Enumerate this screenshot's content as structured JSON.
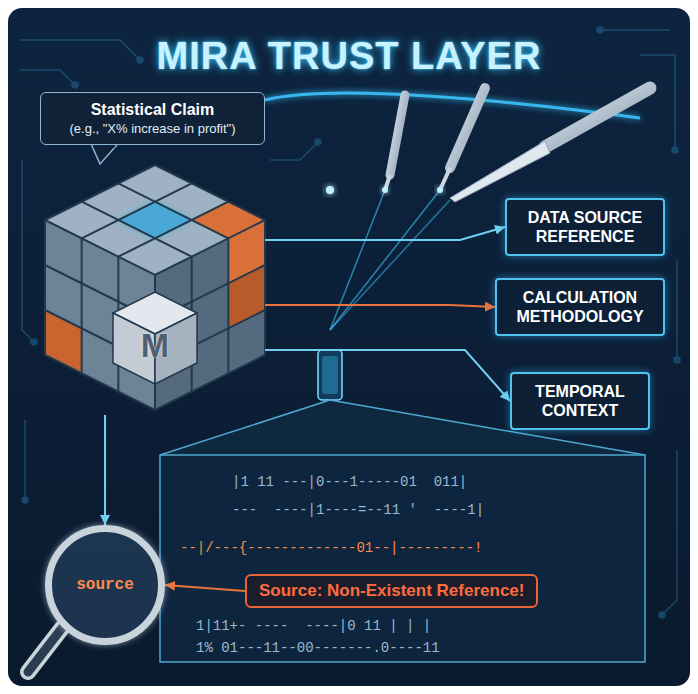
{
  "diagram": {
    "title": "MIRA TRUST LAYER",
    "nodes": [
      {
        "text": [
          "Statistical Claim",
          "(e.g., \"X% increase in profit\")"
        ]
      },
      {
        "text": [
          "M"
        ]
      },
      {
        "text": [
          "DATA SOURCE REFERENCE"
        ]
      },
      {
        "text": [
          "CALCULATION METHODOLOGY"
        ]
      },
      {
        "text": [
          "TEMPORAL CONTEXT"
        ]
      },
      {
        "text": [
          "source"
        ]
      },
      {
        "text": [
          "Source: Non-Existent Reference!"
        ]
      }
    ],
    "edges": [
      {
        "from": 1,
        "to": 2,
        "arrow": "to"
      },
      {
        "from": 1,
        "to": 3,
        "arrow": "to"
      },
      {
        "from": 1,
        "to": 4,
        "arrow": "to"
      },
      {
        "from": 1,
        "to": 5,
        "arrow": "to"
      },
      {
        "from": 6,
        "to": 5,
        "arrow": "to"
      }
    ],
    "labels": [
      "|1 11 ---|0---1-----01  011|",
      "---  ----|1----=--11 '  ----1|",
      "--|/---{-------------01--|---------!",
      "1|11+- ----  ----|0 11 | | |",
      "1% 01---11--00-------.0----11"
    ]
  }
}
